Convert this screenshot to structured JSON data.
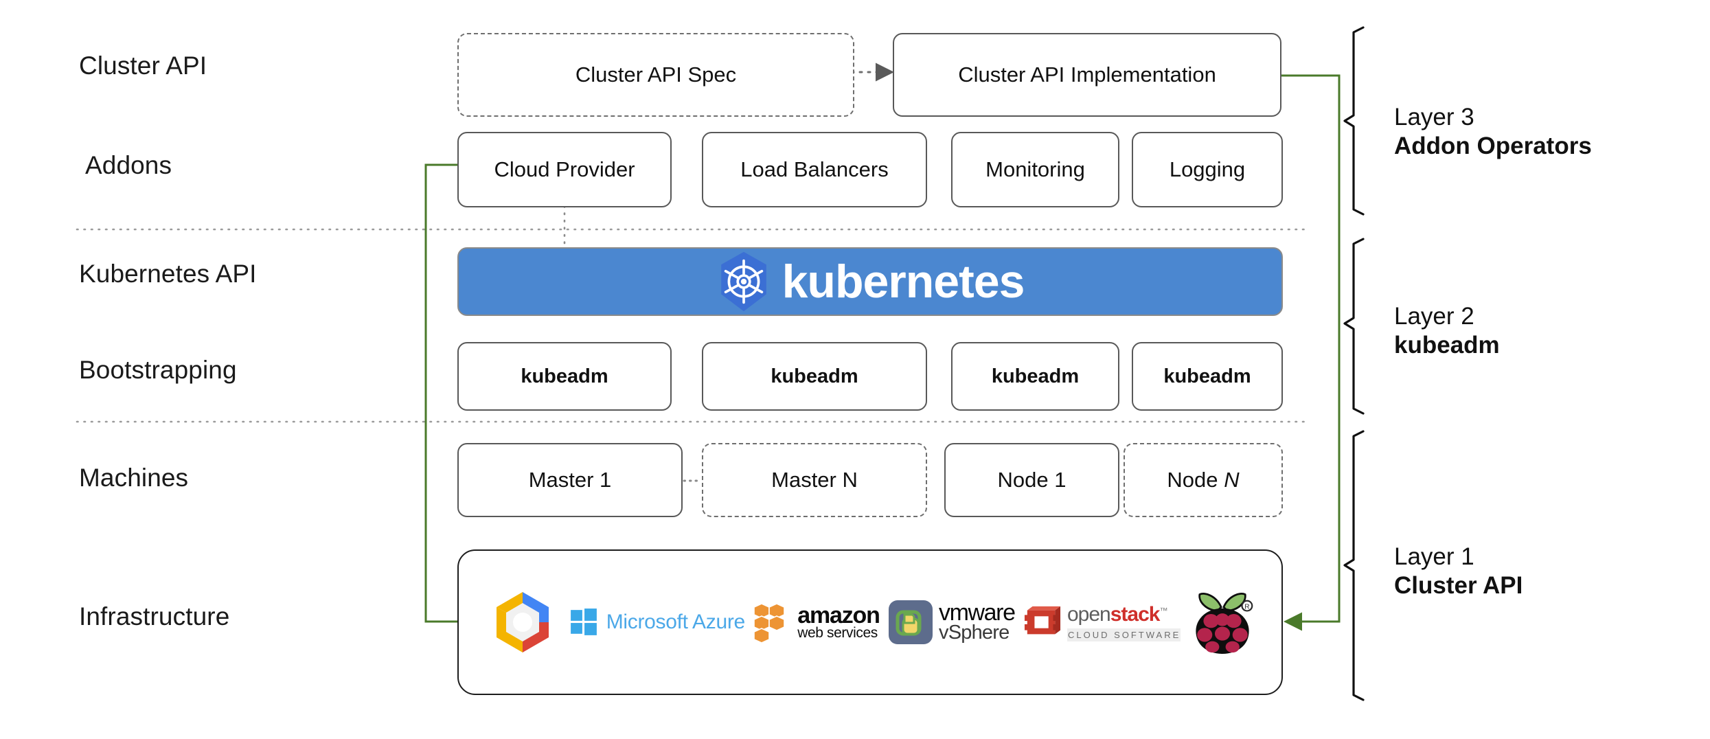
{
  "diagram": {
    "title": "Kubernetes Cluster API layered architecture",
    "colors": {
      "k8s_blue": "#4b87d0",
      "k8s_logo_blue": "#3b6fd4",
      "green_connector": "#4a7a2a",
      "box_border": "#585858",
      "dotted_divider": "#9a9a9a"
    },
    "row_labels": [
      {
        "id": "cluster-api",
        "text": "Cluster API"
      },
      {
        "id": "addons",
        "text": "Addons"
      },
      {
        "id": "kubernetes-api",
        "text": "Kubernetes API"
      },
      {
        "id": "bootstrapping",
        "text": "Bootstrapping"
      },
      {
        "id": "machines",
        "text": "Machines"
      },
      {
        "id": "infrastructure",
        "text": "Infrastructure"
      }
    ],
    "cluster_api_row": [
      {
        "id": "cluster-api-spec",
        "text": "Cluster API Spec",
        "style": "dashed"
      },
      {
        "id": "cluster-api-implementation",
        "text": "Cluster API Implementation",
        "style": "solid"
      }
    ],
    "addons_row": [
      {
        "id": "cloud-provider",
        "text": "Cloud Provider"
      },
      {
        "id": "load-balancers",
        "text": "Load Balancers"
      },
      {
        "id": "monitoring",
        "text": "Monitoring"
      },
      {
        "id": "logging",
        "text": "Logging"
      }
    ],
    "kubernetes_banner": {
      "text": "kubernetes",
      "logo": "kubernetes-helm-icon"
    },
    "bootstrapping_row": [
      {
        "id": "kubeadm-1",
        "text": "kubeadm"
      },
      {
        "id": "kubeadm-2",
        "text": "kubeadm"
      },
      {
        "id": "kubeadm-3",
        "text": "kubeadm"
      },
      {
        "id": "kubeadm-4",
        "text": "kubeadm"
      }
    ],
    "machines_row": [
      {
        "id": "master-1",
        "text": "Master 1",
        "style": "solid",
        "italic_suffix": ""
      },
      {
        "id": "master-n",
        "text": "Master N",
        "style": "dashed",
        "italic_suffix": ""
      },
      {
        "id": "node-1",
        "text": "Node 1",
        "style": "solid",
        "italic_suffix": ""
      },
      {
        "id": "node-n",
        "text": "Node",
        "style": "dashed",
        "italic_suffix": "N"
      }
    ],
    "infrastructure_logos": [
      {
        "id": "google-cloud-platform",
        "name": "google-cloud-logo",
        "label": ""
      },
      {
        "id": "microsoft-azure",
        "name": "microsoft-azure-logo",
        "label": "Microsoft Azure"
      },
      {
        "id": "amazon-web-services",
        "name": "aws-logo",
        "label": "amazon",
        "sublabel": "web services"
      },
      {
        "id": "vmware-vsphere",
        "name": "vmware-vsphere-logo",
        "label": "vmware",
        "sublabel": "vSphere"
      },
      {
        "id": "openstack",
        "name": "openstack-logo",
        "label": "openstack",
        "sublabel": "CLOUD SOFTWARE"
      },
      {
        "id": "raspberry-pi",
        "name": "raspberry-pi-logo",
        "label": ""
      }
    ],
    "layers": [
      {
        "id": "layer-3",
        "number": "Layer 3",
        "name": "Addon Operators"
      },
      {
        "id": "layer-2",
        "number": "Layer 2",
        "name": "kubeadm"
      },
      {
        "id": "layer-1",
        "number": "Layer 1",
        "name": "Cluster API"
      }
    ]
  }
}
